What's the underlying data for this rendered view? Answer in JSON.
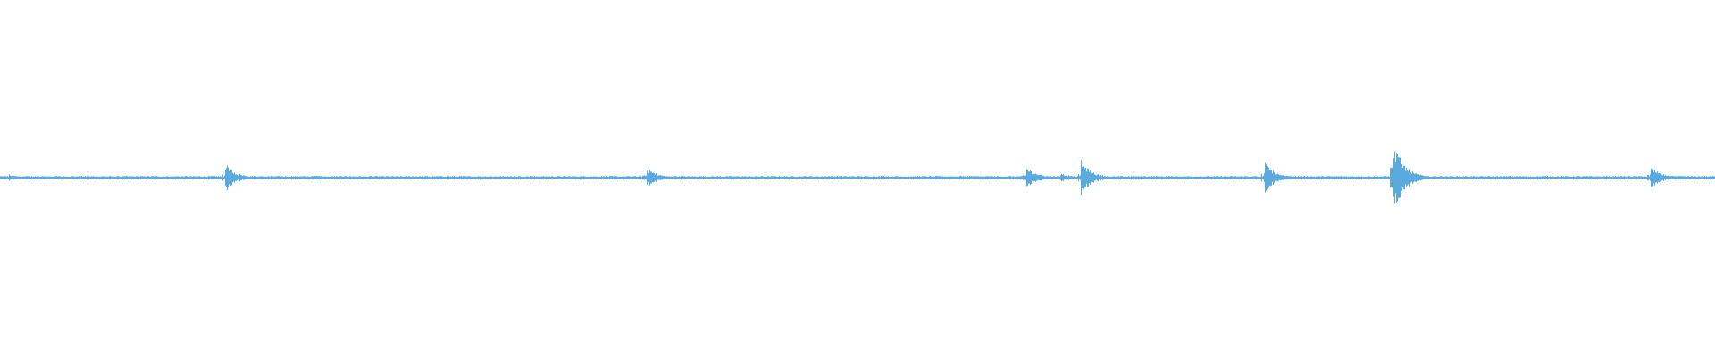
{
  "waveform": {
    "color": "#5aa9df",
    "baseline_color": "#5aa9df",
    "duration_fraction_bursts": [
      {
        "position": 0.0,
        "amplitude": 0.01
      },
      {
        "position": 0.005,
        "amplitude": 0.02
      },
      {
        "position": 0.131,
        "amplitude": 0.09
      },
      {
        "position": 0.183,
        "amplitude": 0.02
      },
      {
        "position": 0.295,
        "amplitude": 0.01
      },
      {
        "position": 0.377,
        "amplitude": 0.06
      },
      {
        "position": 0.558,
        "amplitude": 0.015
      },
      {
        "position": 0.598,
        "amplitude": 0.07
      },
      {
        "position": 0.618,
        "amplitude": 0.03
      },
      {
        "position": 0.63,
        "amplitude": 0.11
      },
      {
        "position": 0.737,
        "amplitude": 0.1
      },
      {
        "position": 0.812,
        "amplitude": 0.23
      },
      {
        "position": 0.962,
        "amplitude": 0.07
      }
    ]
  }
}
